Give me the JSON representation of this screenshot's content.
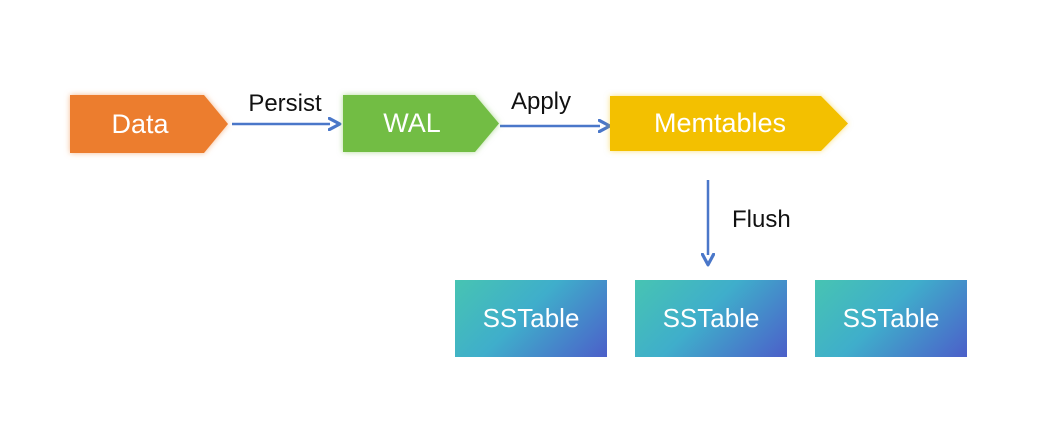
{
  "diagram": {
    "type": "flow",
    "nodes": {
      "data": {
        "label": "Data",
        "shape": "arrow-pentagon",
        "fill": "#EC7D2E"
      },
      "wal": {
        "label": "WAL",
        "shape": "arrow-pentagon",
        "fill": "#72BD44"
      },
      "memtables": {
        "label": "Memtables",
        "shape": "arrow-pentagon",
        "fill": "#F3C000"
      },
      "sstable1": {
        "label": "SSTable",
        "shape": "gradient-rect"
      },
      "sstable2": {
        "label": "SSTable",
        "shape": "gradient-rect"
      },
      "sstable3": {
        "label": "SSTable",
        "shape": "gradient-rect"
      }
    },
    "edges": {
      "persist": {
        "label": "Persist",
        "from": "data",
        "to": "wal",
        "direction": "right"
      },
      "apply": {
        "label": "Apply",
        "from": "wal",
        "to": "memtables",
        "direction": "right"
      },
      "flush": {
        "label": "Flush",
        "from": "memtables",
        "to": "sstable2",
        "direction": "down"
      }
    },
    "colors": {
      "arrow": "#4A77C9",
      "node_text": "#FFFFFF",
      "edge_label_text": "#111111",
      "background": "#FFFFFF",
      "sstable_gradient_start": "#47C4B2",
      "sstable_gradient_end": "#4C5FC9"
    }
  }
}
